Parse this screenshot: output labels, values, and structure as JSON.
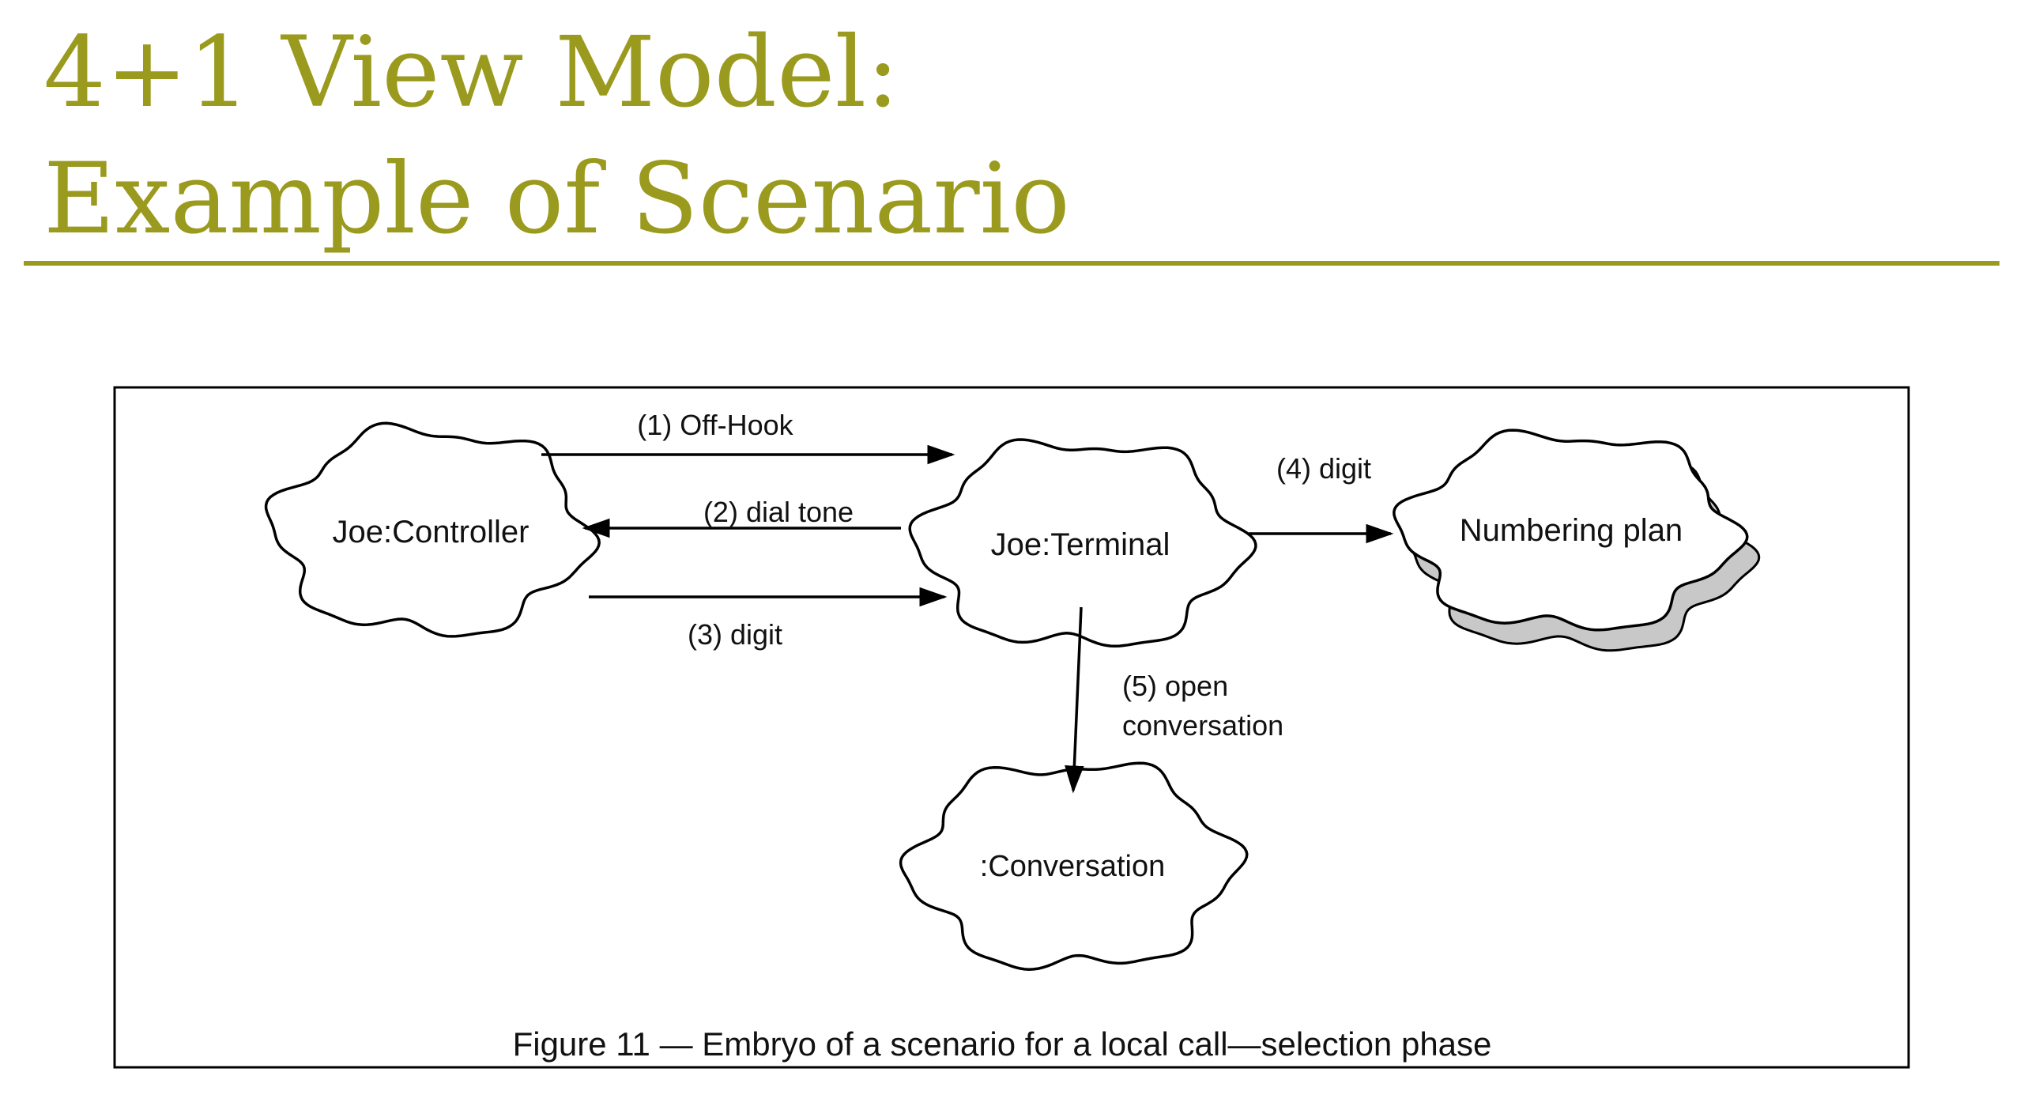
{
  "slide": {
    "title_line1": "4+1 View Model:",
    "title_line2": "Example of Scenario",
    "accent_color": "#9a9a1e"
  },
  "diagram": {
    "nodes": {
      "controller": "Joe:Controller",
      "terminal": "Joe:Terminal",
      "numbering": "Numbering plan",
      "conversation": ":Conversation"
    },
    "messages": {
      "m1": "(1) Off-Hook",
      "m2": "(2) dial tone",
      "m3": "(3) digit",
      "m4": "(4) digit",
      "m5_line1": "(5) open",
      "m5_line2": "conversation"
    },
    "caption": "Figure 11 — Embryo of a scenario for a local call—selection phase"
  }
}
